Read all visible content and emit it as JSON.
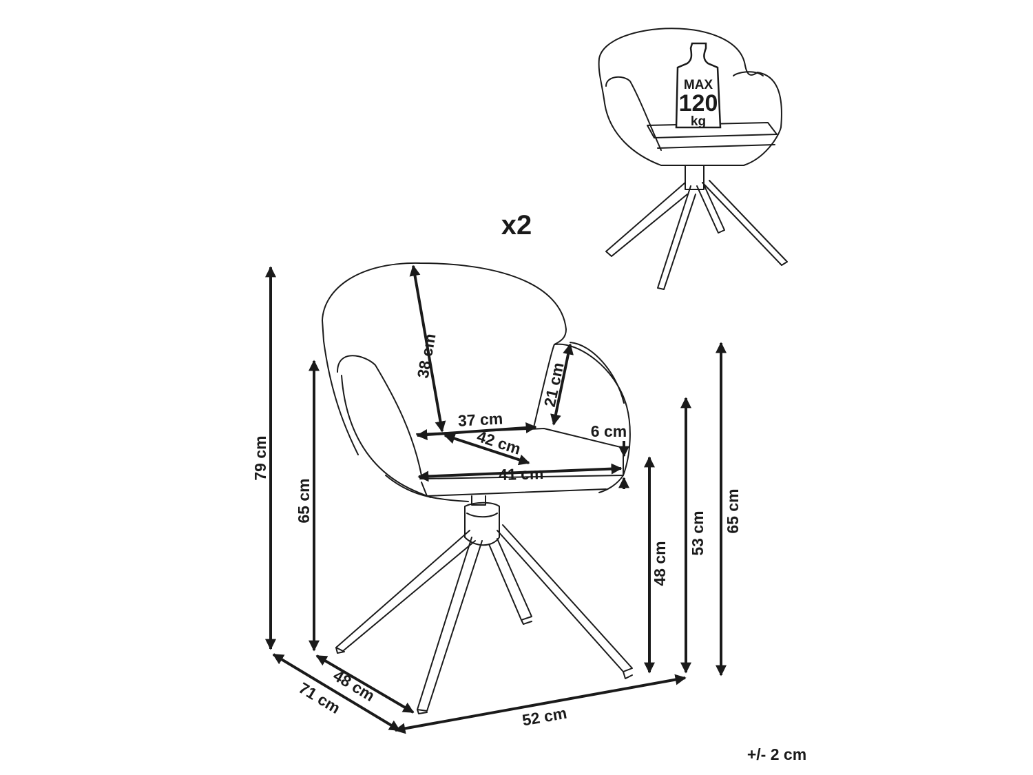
{
  "quantity_label": "x2",
  "tolerance_label": "+/- 2 cm",
  "weight_icon": {
    "max_label": "MAX",
    "value_label": "120",
    "unit_label": "kg"
  },
  "dimensions": {
    "total_height": "79 cm",
    "armrest_height_left": "65 cm",
    "backrest_height": "38 cm",
    "armrest_inner_height": "21 cm",
    "seat_width_back": "37 cm",
    "seat_depth": "42 cm",
    "seat_width_front": "41 cm",
    "cushion_thickness": "6 cm",
    "seat_height": "48 cm",
    "seat_top_height": "53 cm",
    "armrest_height_right": "65 cm",
    "total_depth": "71 cm",
    "base_depth": "48 cm",
    "total_width": "52 cm"
  }
}
